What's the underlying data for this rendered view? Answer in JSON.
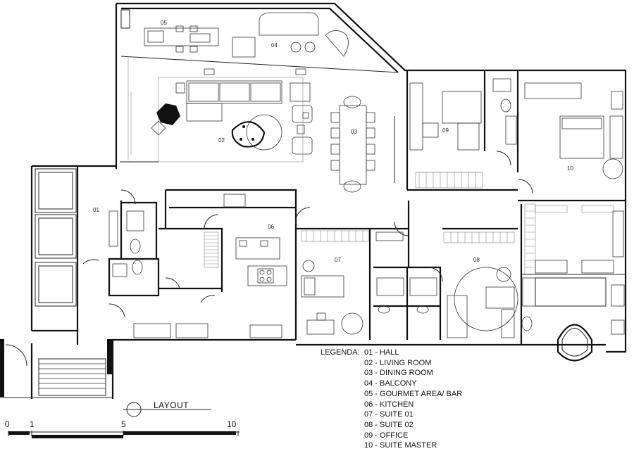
{
  "rooms": {
    "r01": "01",
    "r02": "02",
    "r03": "03",
    "r04": "04",
    "r05": "05",
    "r06": "06",
    "r07": "07",
    "r08": "08",
    "r09": "09",
    "r10": "10"
  },
  "legend": {
    "title": "LEGENDA:",
    "items": [
      "01 - HALL",
      "02 - LIVING ROOM",
      "03 -  DINING ROOM",
      "04 - BALCONY",
      "05 - GOURMET  AREA/ BAR",
      "06 -  KITCHEN",
      "07 - SUITE 01",
      "08 - SUITE 02",
      "09 - OFFICE",
      "10 - SUITE MASTER"
    ]
  },
  "layout_label": "LAYOUT",
  "scale": {
    "labels": [
      "0",
      "1",
      "5",
      "10"
    ]
  }
}
